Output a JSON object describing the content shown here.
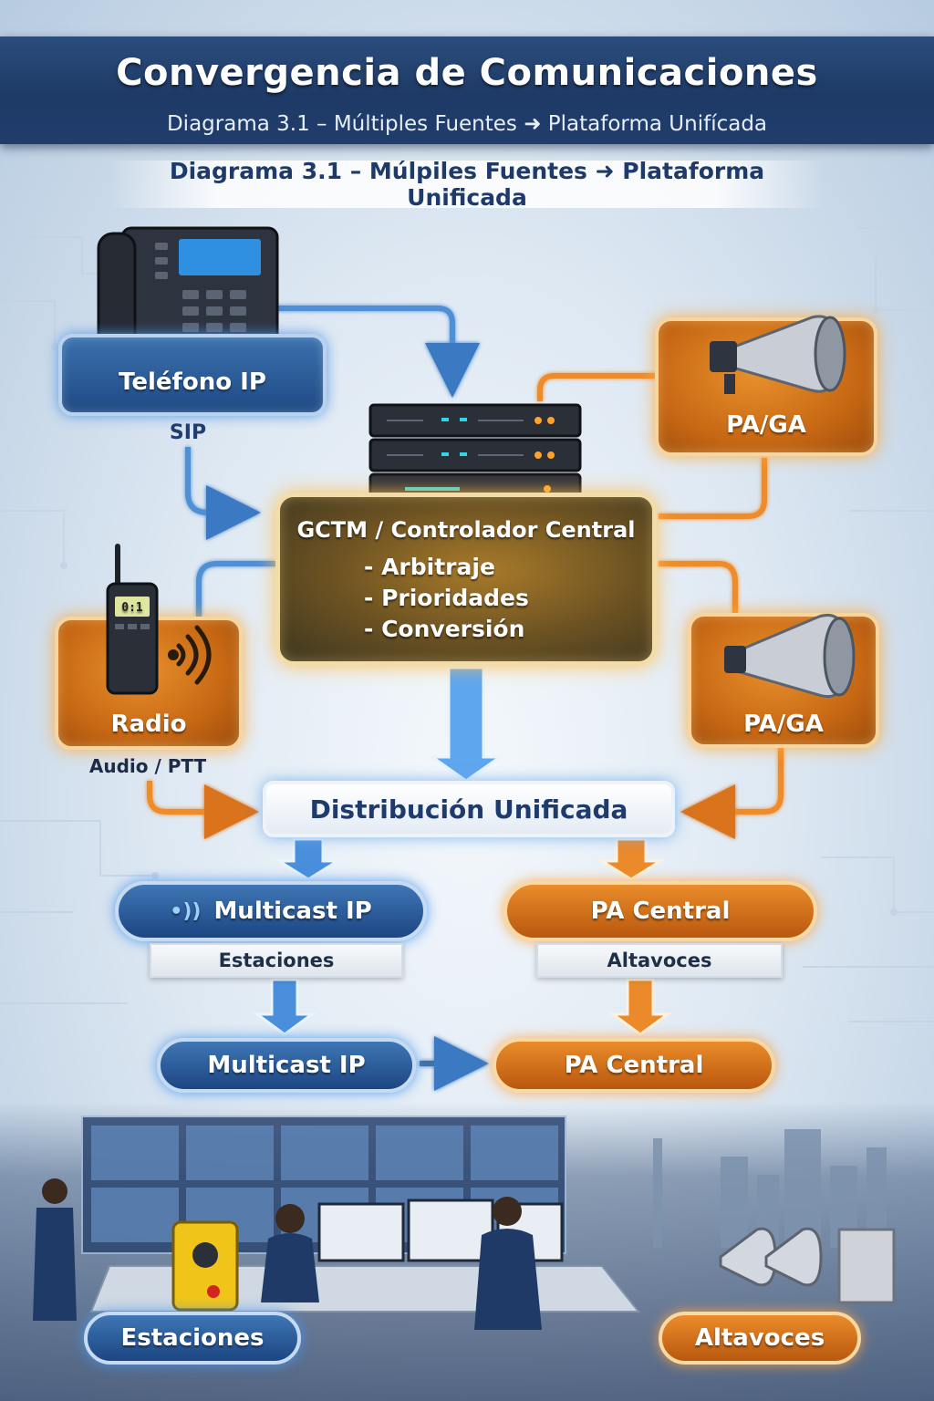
{
  "header": {
    "title": "Convergencia de Comunicaciones",
    "subtitle_top": "Diagrama 3.1 – Múltiples Fuentes ➜ Plataforma Unifícada",
    "subtitle_main": "Diagrama 3.1 – Múlpiles Fuentes ➜ Plataforma Unificada"
  },
  "sources": {
    "ip_phone": {
      "label": "Teléfono IP",
      "protocol": "SIP"
    },
    "radio": {
      "label": "Radio",
      "protocol": "Audio / PTT",
      "display": "0:1"
    },
    "pa_ga_top": {
      "label": "PA/GA"
    },
    "pa_ga_bottom": {
      "label": "PA/GA"
    }
  },
  "controller": {
    "title": "GCTM / Controlador Central",
    "items": [
      "- Arbitraje",
      "- Prioridades",
      "- Conversión"
    ]
  },
  "distribution": {
    "label": "Distribución Unificada"
  },
  "outputs": {
    "multicast_1": {
      "label": "Multicast IP",
      "sub": "Estaciones"
    },
    "pa_central_1": {
      "label": "PA Central",
      "sub": "Altavoces"
    },
    "multicast_2": {
      "label": "Multicast IP"
    },
    "pa_central_2": {
      "label": "PA Central"
    }
  },
  "bottom": {
    "estaciones": "Estaciones",
    "altavoces": "Altavoces"
  },
  "colors": {
    "blue_accent": "#2b5c9c",
    "orange_accent": "#e07a1f",
    "navy": "#1e3a66",
    "wire_blue": "#4f8fd6",
    "wire_orange": "#ee8b2c"
  }
}
